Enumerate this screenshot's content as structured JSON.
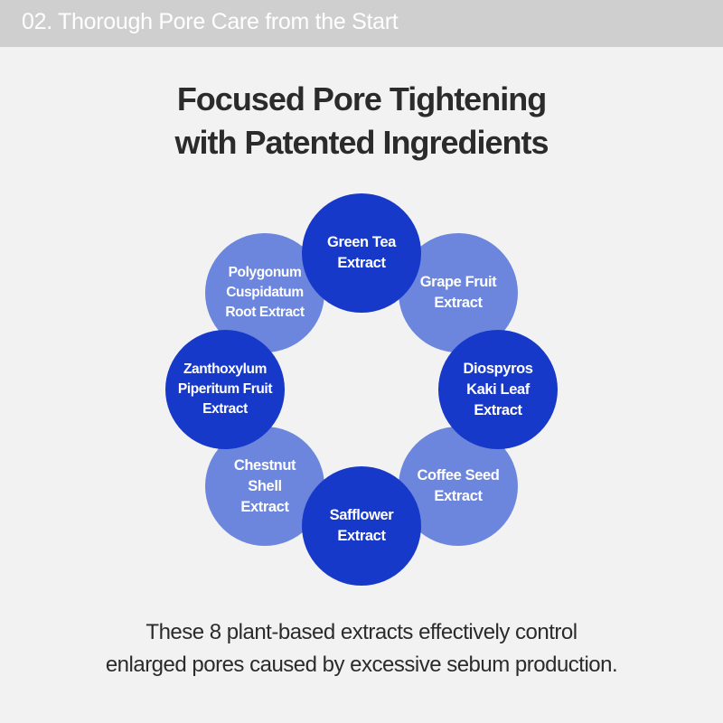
{
  "section": {
    "label": "02. Thorough Pore Care from the Start"
  },
  "headline": {
    "line1": "Focused Pore Tightening",
    "line2": "with Patented Ingredients"
  },
  "ingredients": [
    {
      "id": "green-tea",
      "lines": [
        "Green Tea",
        "Extract"
      ],
      "tone": "dark"
    },
    {
      "id": "grape-fruit",
      "lines": [
        "Grape Fruit",
        "Extract"
      ],
      "tone": "light"
    },
    {
      "id": "diospyros",
      "lines": [
        "Diospyros",
        "Kaki Leaf",
        "Extract"
      ],
      "tone": "dark"
    },
    {
      "id": "coffee-seed",
      "lines": [
        "Coffee Seed",
        "Extract"
      ],
      "tone": "light"
    },
    {
      "id": "safflower",
      "lines": [
        "Safflower",
        "Extract"
      ],
      "tone": "dark"
    },
    {
      "id": "chestnut-shell",
      "lines": [
        "Chestnut",
        "Shell",
        "Extract"
      ],
      "tone": "light"
    },
    {
      "id": "zanthoxylum",
      "lines": [
        "Zanthoxylum",
        "Piperitum Fruit",
        "Extract"
      ],
      "tone": "dark"
    },
    {
      "id": "polygonum",
      "lines": [
        "Polygonum",
        "Cuspidatum",
        "Root Extract"
      ],
      "tone": "light"
    }
  ],
  "colors": {
    "dark_circle": "#1739c9",
    "light_circle": "#6b86dc",
    "banner": "#cfcfcf",
    "background": "#f2f2f2"
  },
  "caption": {
    "line1": "These 8 plant-based extracts effectively control",
    "line2": "enlarged pores caused by excessive sebum production."
  }
}
